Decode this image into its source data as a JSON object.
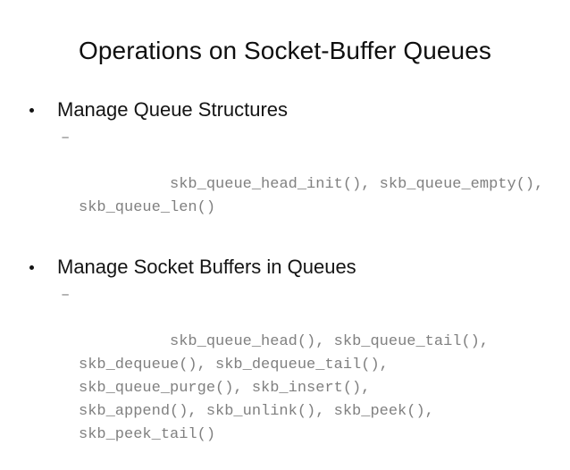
{
  "slide": {
    "title": "Operations on Socket-Buffer Queues",
    "background_color": "#ffffff",
    "title_color": "#0f0f0f",
    "heading_color": "#141414",
    "code_color": "#808080",
    "sections": [
      {
        "heading": "Manage Queue Structures",
        "bullet_marker": "•",
        "sub_marker": "–",
        "code_text": "skb_queue_head_init(), skb_queue_empty(),\nskb_queue_len()"
      },
      {
        "heading": "Manage Socket Buffers in Queues",
        "bullet_marker": "•",
        "sub_marker": "–",
        "code_text": "skb_queue_head(), skb_queue_tail(),\nskb_dequeue(), skb_dequeue_tail(),\nskb_queue_purge(), skb_insert(),\nskb_append(), skb_unlink(), skb_peek(),\nskb_peek_tail()"
      }
    ]
  }
}
